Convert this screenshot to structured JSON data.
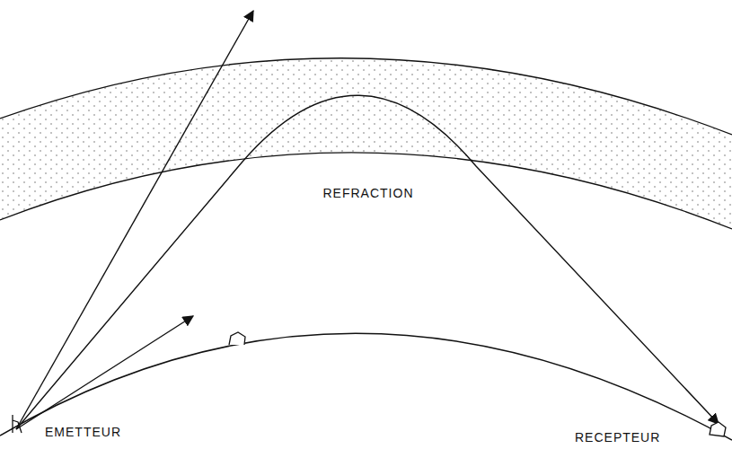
{
  "diagram": {
    "labels": [
      "REFRACTION",
      "EMETTEUR",
      "RECEPTEUR"
    ]
  }
}
